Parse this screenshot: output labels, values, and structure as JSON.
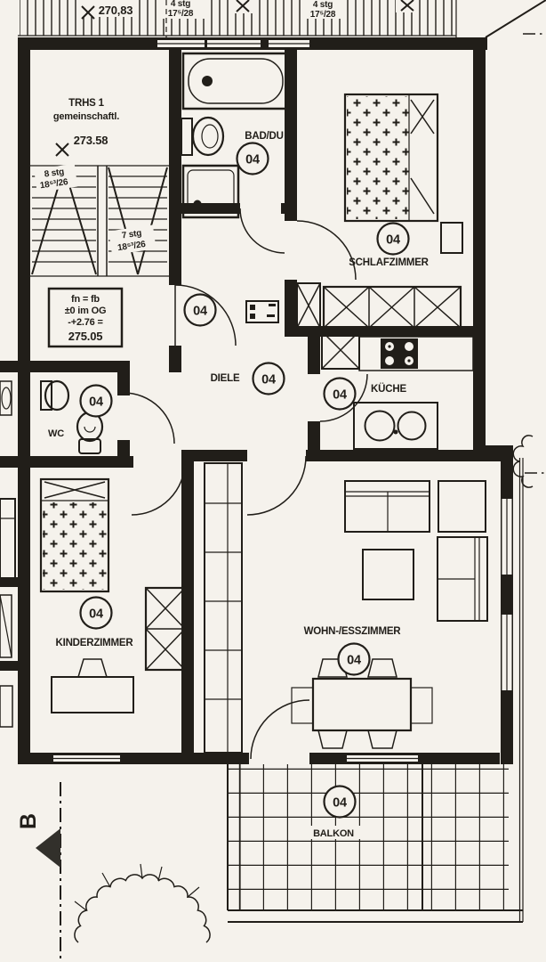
{
  "drawing": {
    "unit_number": "04",
    "rooms": {
      "bad_du": "BAD/DU",
      "schlafzimmer": "SCHLAFZIMMER",
      "diele": "DIELE",
      "kueche": "KÜCHE",
      "wc": "WC",
      "kinderzimmer": "KINDERZIMMER",
      "wohn_esszimmer": "WOHN-/ESSZIMMER",
      "balkon": "BALKON"
    },
    "stairwell": {
      "name": "TRHS 1",
      "shared_note": "gemeinschaftl.",
      "level_mark": "273.58",
      "upper_flight_steps": "8 stg",
      "upper_flight_ratio": "18⁵³/26",
      "lower_flight_steps": "7 stg",
      "lower_flight_ratio": "18⁵³/26"
    },
    "upper_landing": {
      "level_mark": "270,83",
      "flight_a_steps": "4 stg",
      "flight_a_ratio": "17⁵/28",
      "flight_b_steps": "4 stg",
      "flight_b_ratio": "17⁵/28"
    },
    "level_box": {
      "line1": "fn = fb",
      "line2": "±0 im OG",
      "line3": "-+2.76 =",
      "line4": "275.05"
    },
    "section_marker": "B",
    "colors": {
      "ink": "#211e19",
      "paper": "#f5f2ec"
    }
  }
}
